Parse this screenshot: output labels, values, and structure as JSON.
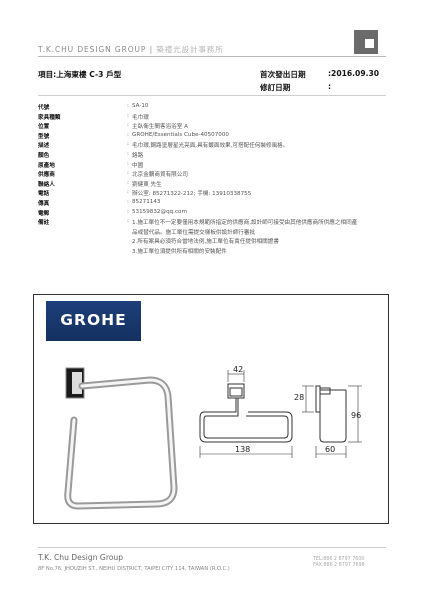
{
  "header": {
    "brand": "T.K.CHU DESIGN GROUP",
    "separator": "|",
    "brand_cn": "築禮光設計事務所"
  },
  "project": {
    "label": "項目:",
    "value": "上海東樓 C-3 戶型",
    "first_issue_label": "首次發出日期",
    "first_issue_value": ":2016.09.30",
    "revision_label": "修訂日期",
    "revision_value": ":"
  },
  "spec": {
    "colon": ":",
    "rows": [
      {
        "key": "代號",
        "value": "SA-10"
      },
      {
        "key": "家具種類",
        "value": "毛巾環"
      },
      {
        "key": "位置",
        "value": "主臥衛生間客浴浴室 A"
      },
      {
        "key": "型號",
        "value": "GROHE/Essentials Cube-40507000"
      },
      {
        "key": "描述",
        "value": "毛巾環,鋼路塗層星光亮面,具有鍍面效果,可搭配任何裝修風格。"
      },
      {
        "key": "顏色",
        "value": "鉻路"
      },
      {
        "key": "原產地",
        "value": "中國"
      },
      {
        "key": "供應商",
        "value": "北京金鵬商貿有限公司"
      },
      {
        "key": "聯絡人",
        "value": "劉健東 先生"
      },
      {
        "key": "電話",
        "value": "辦公室: 85271322-212; 手機: 13910338755"
      },
      {
        "key": "傳真",
        "value": "85271143"
      },
      {
        "key": "電郵",
        "value": "53159832@qq.com"
      },
      {
        "key": "備註",
        "value": "1.施工單位不一定要僅用本規範所指定的供應商,設計師可接受由其他供應商所供應之相同產"
      }
    ],
    "remark_lines": [
      "品或替代品。施工單位需提交樣板供設計師行審批",
      "2.所有案具必須符合當地法例,施工單位有責任提供相關證書",
      "3.施工單位須提供所有相關的安裝配件"
    ]
  },
  "drawing": {
    "brand_logo": "GROHE",
    "dims": {
      "width": "138",
      "depth": "60",
      "plate_w": "42",
      "plate_h": "28",
      "height": "96"
    }
  },
  "footer": {
    "company": "T.K. Chu Design Group",
    "address": "8F No.76, JHOUZIH ST., NEIHU DISTRICT, TAIPEI CITY 114, TAIWAN (R.O.C.)",
    "tel": "TEL:886 2 8797 7600",
    "fax": "FAX:886 2 8797 7698"
  }
}
